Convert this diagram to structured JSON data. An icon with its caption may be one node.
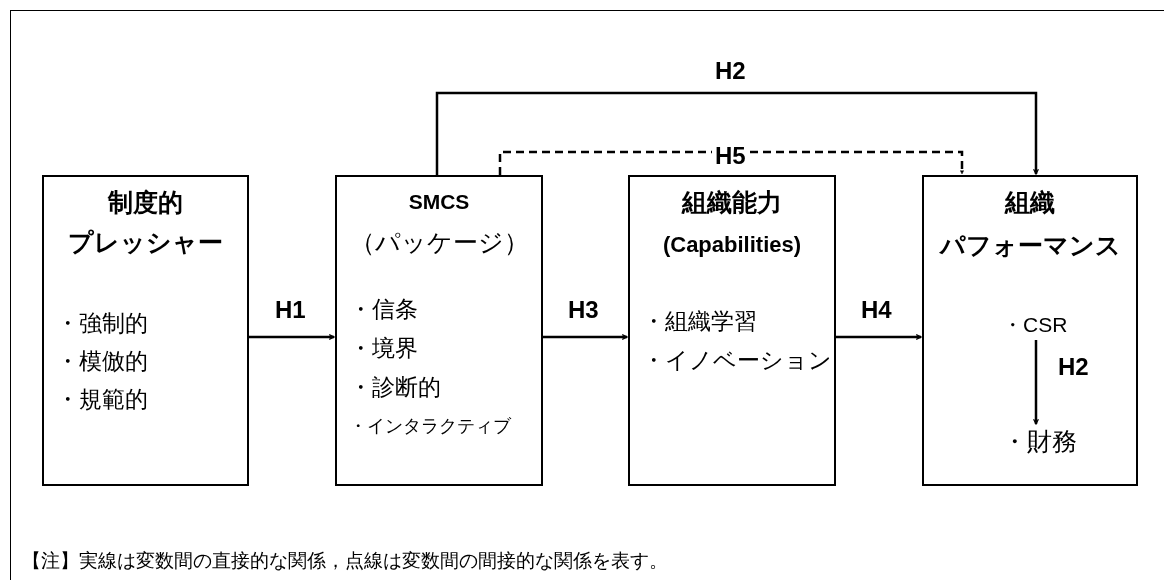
{
  "diagram": {
    "nodes": [
      {
        "text": [
          "制度的",
          "プレッシャー",
          "・強制的",
          "・模倣的",
          "・規範的"
        ]
      },
      {
        "text": [
          "SMCS",
          "（パッケージ）",
          "・信条",
          "・境界",
          "・診断的",
          "・インタラクティブ"
        ]
      },
      {
        "text": [
          "組織能力",
          "(Capabilities)",
          "・組織学習",
          "・イノベーション"
        ]
      },
      {
        "text": [
          "組織",
          "パフォーマンス"
        ]
      },
      {
        "text": [
          "・CSR"
        ],
        "in": 3
      },
      {
        "text": [
          "・財務"
        ],
        "in": 3
      }
    ],
    "edges": [
      {
        "from": 0,
        "to": 1,
        "arrow": "to",
        "label": "H1"
      },
      {
        "from": 1,
        "to": 2,
        "arrow": "to",
        "label": "H3"
      },
      {
        "from": 2,
        "to": 3,
        "arrow": "to",
        "label": "H4"
      },
      {
        "from": 1,
        "to": 3,
        "arrow": "to",
        "label": "H2"
      },
      {
        "from": 1,
        "to": 3,
        "arrow": "to",
        "label": "H5",
        "style": "dashed"
      },
      {
        "from": 4,
        "to": 5,
        "arrow": "to",
        "label": "H2"
      }
    ],
    "labels": [
      "【注】実線は変数間の直接的な関係，点線は変数間の間接的な関係を表す。"
    ]
  }
}
